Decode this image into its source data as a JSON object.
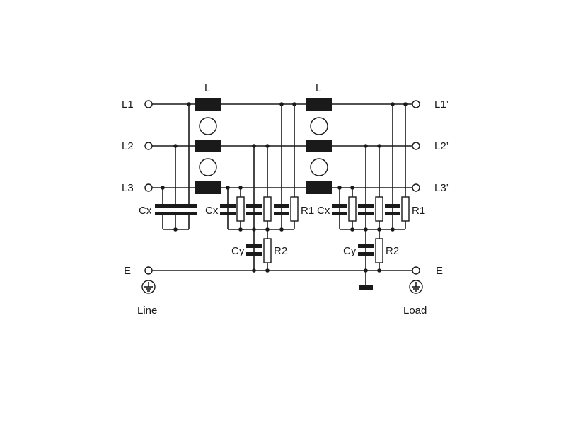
{
  "labels": {
    "l1": "L1",
    "l2": "L2",
    "l3": "L3",
    "earth_line": "E",
    "l1_out": "L1’",
    "l2_out": "L2’",
    "l3_out": "L3’",
    "earth_load": "E",
    "inductor_1": "L",
    "inductor_2": "L",
    "cx_1": "Cx",
    "cx_2": "Cx",
    "cx_3": "Cx",
    "r1_1": "R1",
    "r1_2": "R1",
    "cy_1": "Cy",
    "cy_2": "Cy",
    "r2_1": "R2",
    "r2_2": "R2",
    "line_side": "Line",
    "load_side": "Load"
  },
  "icons": [
    "ground-icon",
    "capacitor-icon",
    "resistor-icon",
    "inductor-icon",
    "terminal-icon",
    "ferrite-core-icon"
  ],
  "colors": {
    "ink": "#1a1a1a",
    "background": "#ffffff"
  }
}
